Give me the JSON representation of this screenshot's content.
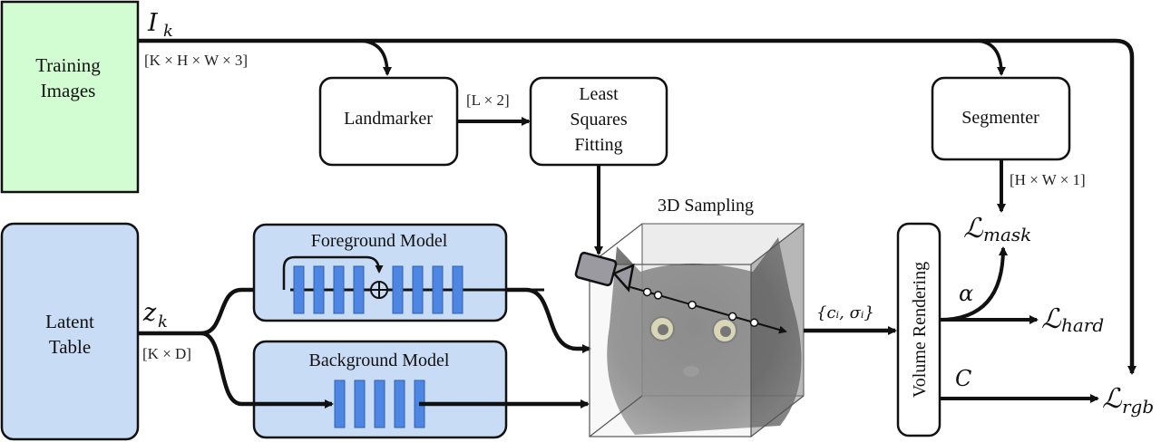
{
  "colors": {
    "training_fill": "#d2fdd2",
    "latent_fill": "#c9dcf5",
    "model_fill": "#c9dcf5",
    "layer_fill": "#4d87e3",
    "stroke": "#111111"
  },
  "boxes": {
    "training_images": [
      "Training",
      "Images"
    ],
    "latent_table": [
      "Latent",
      "Table"
    ],
    "landmarker": "Landmarker",
    "least_squares": [
      "Least",
      "Squares",
      "Fitting"
    ],
    "segmenter": "Segmenter",
    "foreground_model": "Foreground Model",
    "background_model": "Background Model",
    "volume_rendering": "Volume Rendering",
    "sampling_title": "3D Sampling"
  },
  "symbols": {
    "image_var": "I",
    "image_sub": "k",
    "latent_var": "z",
    "latent_sub": "k",
    "samples": "{cᵢ, σᵢ}",
    "alpha": "α",
    "color": "C",
    "loss_script": "ℒ",
    "loss_mask_sub": "mask",
    "loss_hard_sub": "hard",
    "loss_rgb_sub": "rgb"
  },
  "dims": {
    "images": "[K × H × W × 3]",
    "landmarks": "[L × 2]",
    "mask": "[H × W × 1]",
    "latent": "[K × D]"
  },
  "foreground_layers": {
    "before_skip": 4,
    "after_skip": 4
  },
  "background_layers": 5,
  "sample_points": 5
}
